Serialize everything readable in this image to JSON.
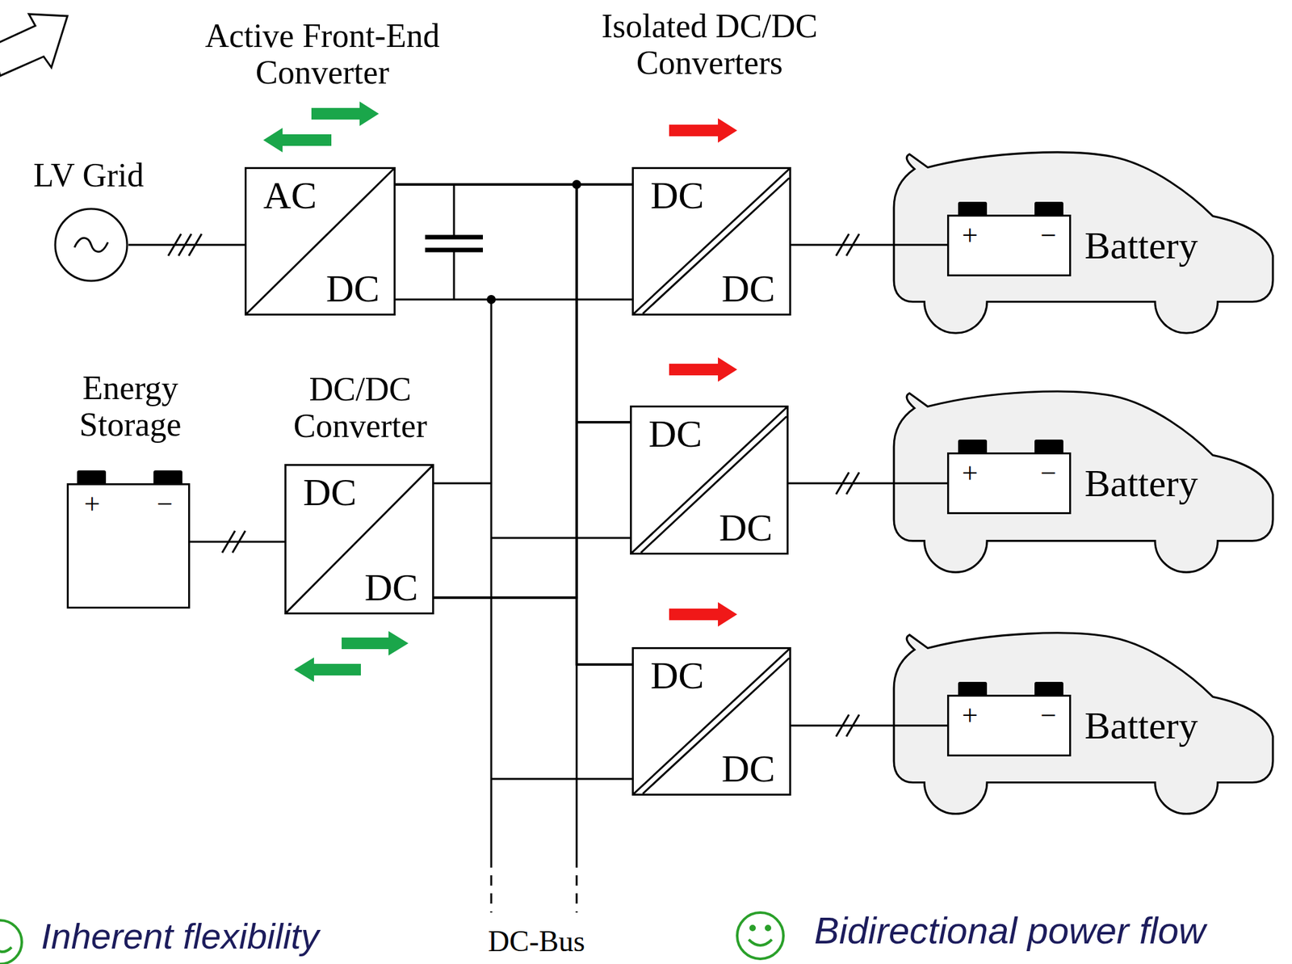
{
  "diagram": {
    "nodes": [
      {
        "text": [
          "LV Grid"
        ]
      },
      {
        "text": [
          "Active Front-End Converter",
          "AC",
          "DC"
        ]
      },
      {
        "text": [
          "Energy Storage",
          "+",
          "−"
        ]
      },
      {
        "text": [
          "DC/DC Converter",
          "DC",
          "DC"
        ]
      },
      {
        "text": [
          "DC",
          "DC"
        ]
      },
      {
        "text": [
          "DC",
          "DC"
        ]
      },
      {
        "text": [
          "DC",
          "DC"
        ]
      },
      {
        "text": [
          "+",
          "−",
          "Battery"
        ]
      },
      {
        "text": [
          "+",
          "−",
          "Battery"
        ]
      },
      {
        "text": [
          "+",
          "−",
          "Battery"
        ]
      }
    ],
    "edges": [
      {
        "from": 0,
        "to": 1,
        "arrow": "none"
      },
      {
        "from": 2,
        "to": 3,
        "arrow": "none"
      },
      {
        "from": 1,
        "to": 4,
        "arrow": "none"
      },
      {
        "from": 1,
        "to": 5,
        "arrow": "none"
      },
      {
        "from": 1,
        "to": 6,
        "arrow": "none"
      },
      {
        "from": 1,
        "to": 3,
        "arrow": "none"
      },
      {
        "from": 3,
        "to": 4,
        "arrow": "none"
      },
      {
        "from": 3,
        "to": 5,
        "arrow": "none"
      },
      {
        "from": 3,
        "to": 6,
        "arrow": "none"
      },
      {
        "from": 4,
        "to": 7,
        "arrow": "none"
      },
      {
        "from": 5,
        "to": 8,
        "arrow": "none"
      },
      {
        "from": 6,
        "to": 9,
        "arrow": "none"
      }
    ],
    "labels": [
      "Isolated DC/DC Converters",
      "DC-Bus",
      "Inherent flexibility",
      "Bidirectional power flow"
    ]
  }
}
